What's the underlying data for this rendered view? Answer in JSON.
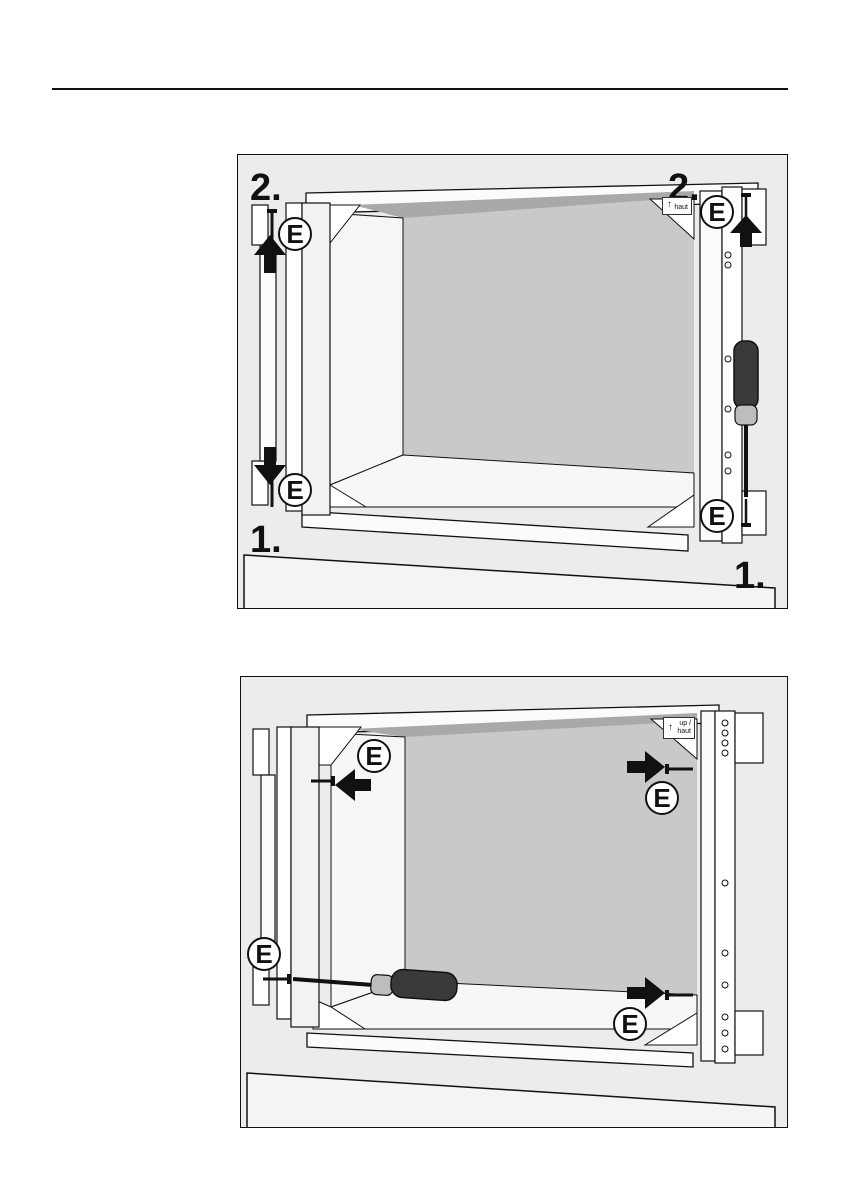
{
  "figure1": {
    "step_top_left": "2.",
    "step_top_right": "2.",
    "step_bottom_left": "1.",
    "step_bottom_right": "1.",
    "badge": "E",
    "orientation_tag": {
      "line1": "haut"
    }
  },
  "figure2": {
    "badge": "E",
    "orientation_tag": {
      "line1": "up /",
      "line2": "haut"
    }
  },
  "icons": {
    "arrow": "black-arrow-icon",
    "screw": "screw-icon",
    "screwdriver": "screwdriver-icon"
  }
}
